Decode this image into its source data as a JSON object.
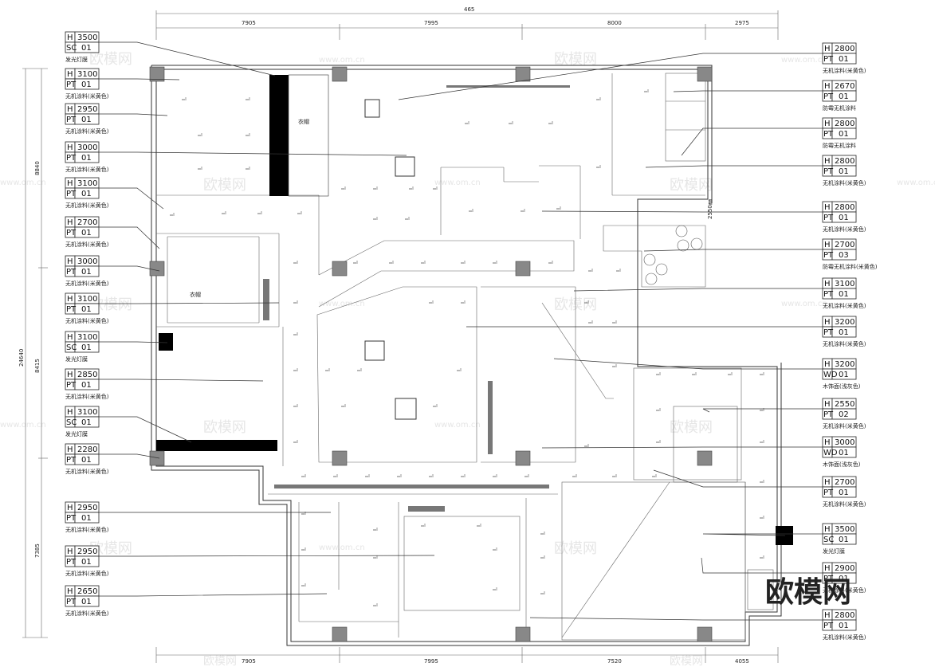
{
  "watermarks": [
    "欧模网",
    "www.om.cn"
  ],
  "logo_text": "欧模网",
  "dims_top": {
    "overall": "465",
    "segments": [
      "7905",
      "7995",
      "8000",
      "2975"
    ]
  },
  "dims_bottom": {
    "segments": [
      "7905",
      "7995",
      "7520",
      "4055"
    ]
  },
  "dims_left": {
    "overall": "24640",
    "segments": [
      "8840",
      "8415",
      "7385"
    ]
  },
  "plan_labels": {
    "room_a": "衣帽",
    "room_b": "衣帽",
    "ceiling_mark": "2550㎜"
  },
  "left_tags": [
    {
      "h": "3500",
      "code": "SC",
      "num": "01",
      "note": "发光灯膜"
    },
    {
      "h": "3100",
      "code": "PT",
      "num": "01",
      "note": "无机涂料(米黄色)"
    },
    {
      "h": "2950",
      "code": "PT",
      "num": "01",
      "note": "无机涂料(米黄色)"
    },
    {
      "h": "3000",
      "code": "PT",
      "num": "01",
      "note": "无机涂料(米黄色)"
    },
    {
      "h": "3100",
      "code": "PT",
      "num": "01",
      "note": "无机涂料(米黄色)"
    },
    {
      "h": "2700",
      "code": "PT",
      "num": "01",
      "note": "无机涂料(米黄色)"
    },
    {
      "h": "3000",
      "code": "PT",
      "num": "01",
      "note": "无机涂料(米黄色)"
    },
    {
      "h": "3100",
      "code": "PT",
      "num": "01",
      "note": "无机涂料(米黄色)"
    },
    {
      "h": "3100",
      "code": "SC",
      "num": "01",
      "note": "发光灯膜"
    },
    {
      "h": "2850",
      "code": "PT",
      "num": "01",
      "note": "无机涂料(米黄色)"
    },
    {
      "h": "3100",
      "code": "SC",
      "num": "01",
      "note": "发光灯膜"
    },
    {
      "h": "2280",
      "code": "PT",
      "num": "01",
      "note": "无机涂料(米黄色)"
    },
    {
      "h": "2950",
      "code": "PT",
      "num": "01",
      "note": "无机涂料(米黄色)"
    },
    {
      "h": "2950",
      "code": "PT",
      "num": "01",
      "note": "无机涂料(米黄色)"
    },
    {
      "h": "2650",
      "code": "PT",
      "num": "01",
      "note": "无机涂料(米黄色)"
    }
  ],
  "right_tags": [
    {
      "h": "2800",
      "code": "PT",
      "num": "01",
      "note": "无机涂料(米黄色)"
    },
    {
      "h": "2670",
      "code": "PT",
      "num": "01",
      "note": "防霉无机涂料"
    },
    {
      "h": "2800",
      "code": "PT",
      "num": "01",
      "note": "防霉无机涂料"
    },
    {
      "h": "2800",
      "code": "PT",
      "num": "01",
      "note": "无机涂料(米黄色)"
    },
    {
      "h": "2800",
      "code": "PT",
      "num": "01",
      "note": "无机涂料(米黄色)"
    },
    {
      "h": "2700",
      "code": "PT",
      "num": "03",
      "note": "防霉无机涂料(米黄色)"
    },
    {
      "h": "3100",
      "code": "PT",
      "num": "01",
      "note": "无机涂料(米黄色)"
    },
    {
      "h": "3200",
      "code": "PT",
      "num": "01",
      "note": "无机涂料(米黄色)"
    },
    {
      "h": "3200",
      "code": "WD",
      "num": "01",
      "note": "木饰面(浅灰色)"
    },
    {
      "h": "2550",
      "code": "PT",
      "num": "02",
      "note": "无机涂料(米黄色)"
    },
    {
      "h": "3000",
      "code": "WD",
      "num": "01",
      "note": "木饰面(浅灰色)"
    },
    {
      "h": "2700",
      "code": "PT",
      "num": "01",
      "note": "无机涂料(米黄色)"
    },
    {
      "h": "3500",
      "code": "SC",
      "num": "01",
      "note": "发光灯膜"
    },
    {
      "h": "2900",
      "code": "PT",
      "num": "01",
      "note": "无机涂料(米黄色)"
    },
    {
      "h": "2800",
      "code": "PT",
      "num": "01",
      "note": "无机涂料(米黄色)"
    }
  ]
}
